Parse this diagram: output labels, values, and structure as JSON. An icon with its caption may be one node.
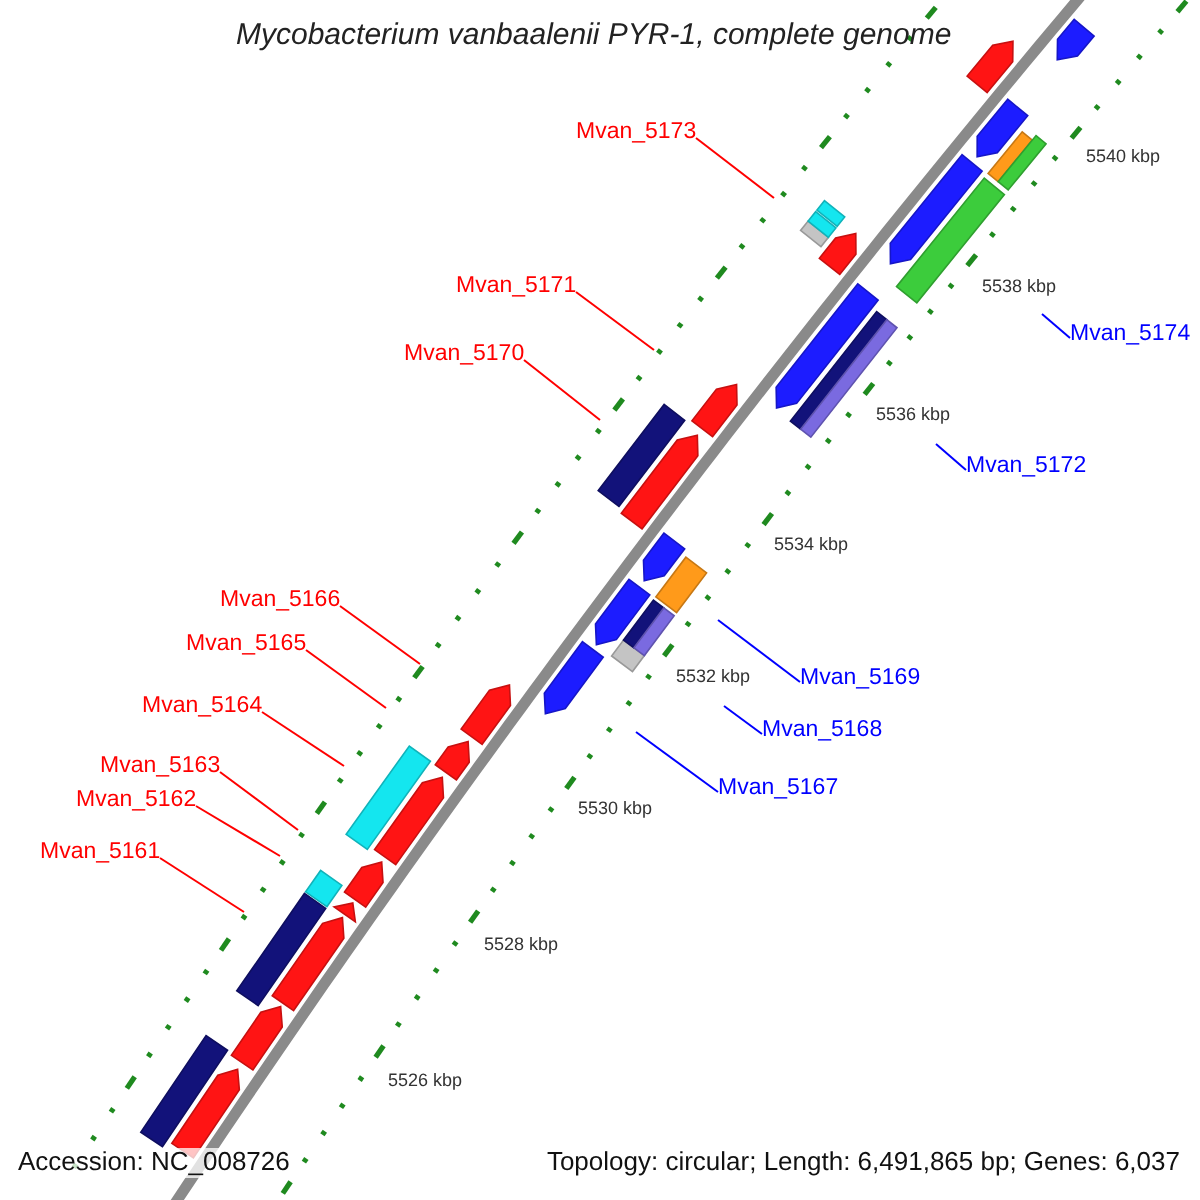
{
  "diagram": {
    "title": "Mycobacterium vanbaalenii PYR-1, complete genome",
    "nodes": [
      {
        "text": [
          "Mvan_5173"
        ]
      },
      {
        "text": [
          "Mvan_5171"
        ]
      },
      {
        "text": [
          "Mvan_5174"
        ]
      },
      {
        "text": [
          "Mvan_5170"
        ]
      },
      {
        "text": [
          "Mvan_5172"
        ]
      },
      {
        "text": [
          "Mvan_5166"
        ]
      },
      {
        "text": [
          "Mvan_5165"
        ]
      },
      {
        "text": [
          "Mvan_5169"
        ]
      },
      {
        "text": [
          "Mvan_5164"
        ]
      },
      {
        "text": [
          "Mvan_5168"
        ]
      },
      {
        "text": [
          "Mvan_5163"
        ]
      },
      {
        "text": [
          "Mvan_5167"
        ]
      },
      {
        "text": [
          "Mvan_5162"
        ]
      },
      {
        "text": [
          "Mvan_5161"
        ]
      }
    ],
    "edges": [
      {
        "from": 0,
        "to": null,
        "arrow": "none"
      },
      {
        "from": 1,
        "to": null,
        "arrow": "none"
      },
      {
        "from": 2,
        "to": null,
        "arrow": "none",
        "color": "#0000ff"
      },
      {
        "from": 3,
        "to": null,
        "arrow": "none"
      },
      {
        "from": 4,
        "to": null,
        "arrow": "none",
        "color": "#0000ff"
      },
      {
        "from": 5,
        "to": null,
        "arrow": "none"
      },
      {
        "from": 6,
        "to": null,
        "arrow": "none"
      },
      {
        "from": 7,
        "to": null,
        "arrow": "none",
        "color": "#0000ff"
      },
      {
        "from": 8,
        "to": null,
        "arrow": "none"
      },
      {
        "from": 9,
        "to": null,
        "arrow": "none",
        "color": "#0000ff"
      },
      {
        "from": 10,
        "to": null,
        "arrow": "none"
      },
      {
        "from": 11,
        "to": null,
        "arrow": "none",
        "color": "#0000ff"
      },
      {
        "from": 12,
        "to": null,
        "arrow": "none"
      },
      {
        "from": 13,
        "to": null,
        "arrow": "none"
      }
    ],
    "labels": [
      "5540 kbp",
      "5538 kbp",
      "5536 kbp",
      "5534 kbp",
      "5532 kbp",
      "5530 kbp",
      "5528 kbp",
      "5526 kbp",
      "Accession: NC_008726",
      "Topology: circular; Length: 6,491,865 bp; Genes: 6,037"
    ]
  }
}
